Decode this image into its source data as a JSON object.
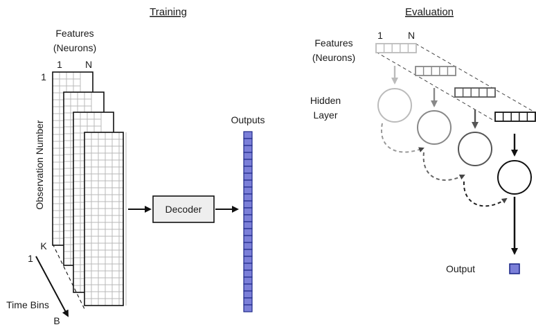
{
  "training": {
    "title": "Training",
    "features_line1": "Features",
    "features_line2": "(Neurons)",
    "feature_start": "1",
    "feature_end": "N",
    "obs_start": "1",
    "obs_end": "K",
    "obs_axis_label": "Observation Number",
    "time_start": "1",
    "time_end": "B",
    "time_label": "Time Bins",
    "decoder_label": "Decoder",
    "outputs_label": "Outputs"
  },
  "evaluation": {
    "title": "Evaluation",
    "features_line1": "Features",
    "features_line2": "(Neurons)",
    "feature_start": "1",
    "feature_end": "N",
    "hidden_line1": "Hidden",
    "hidden_line2": "Layer",
    "output_label": "Output"
  },
  "colors": {
    "output_fill": "#7b7fd8",
    "output_stroke": "#1f2a8a",
    "decoder_fill": "#eeeeee"
  }
}
